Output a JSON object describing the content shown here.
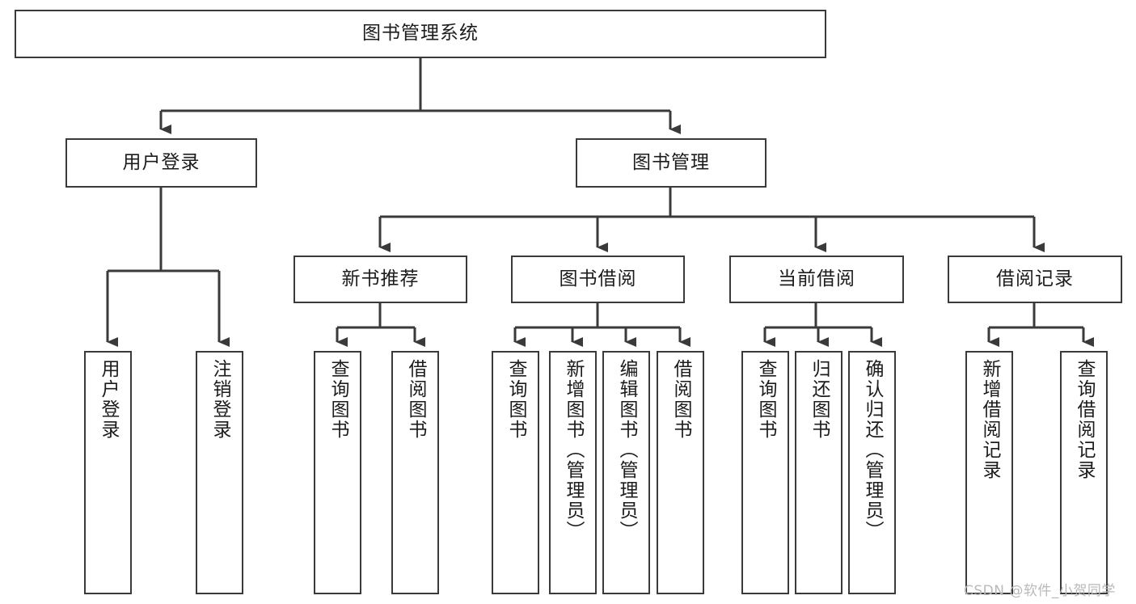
{
  "diagram": {
    "type": "hierarchy-tree",
    "title": "图书管理系统",
    "root": {
      "id": "root",
      "label": "图书管理系统"
    },
    "level2": [
      {
        "id": "user-login",
        "label": "用户登录"
      },
      {
        "id": "book-manage",
        "label": "图书管理"
      }
    ],
    "level3": [
      {
        "id": "new-book-recommend",
        "label": "新书推荐",
        "parent": "book-manage"
      },
      {
        "id": "book-borrow",
        "label": "图书借阅",
        "parent": "book-manage"
      },
      {
        "id": "current-borrow",
        "label": "当前借阅",
        "parent": "book-manage"
      },
      {
        "id": "borrow-record",
        "label": "借阅记录",
        "parent": "book-manage"
      }
    ],
    "leaves": [
      {
        "id": "leaf-user-login",
        "label": "用户登录",
        "parent": "user-login"
      },
      {
        "id": "leaf-logout-login",
        "label": "注销登录",
        "parent": "user-login"
      },
      {
        "id": "leaf-query-book-1",
        "label": "查询图书",
        "parent": "new-book-recommend"
      },
      {
        "id": "leaf-borrow-book-1",
        "label": "借阅图书",
        "parent": "new-book-recommend"
      },
      {
        "id": "leaf-query-book-2",
        "label": "查询图书",
        "parent": "book-borrow"
      },
      {
        "id": "leaf-add-book",
        "label": "新增图书（管理员）",
        "parent": "book-borrow"
      },
      {
        "id": "leaf-edit-book",
        "label": "编辑图书（管理员）",
        "parent": "book-borrow"
      },
      {
        "id": "leaf-borrow-book-2",
        "label": "借阅图书",
        "parent": "book-borrow"
      },
      {
        "id": "leaf-query-book-3",
        "label": "查询图书",
        "parent": "current-borrow"
      },
      {
        "id": "leaf-return-book",
        "label": "归还图书",
        "parent": "current-borrow"
      },
      {
        "id": "leaf-confirm-return",
        "label": "确认归还（管理员）",
        "parent": "current-borrow"
      },
      {
        "id": "leaf-add-record",
        "label": "新增借阅记录",
        "parent": "borrow-record"
      },
      {
        "id": "leaf-query-record",
        "label": "查询借阅记录",
        "parent": "borrow-record"
      }
    ]
  },
  "watermark": {
    "text": "CSDN @软件_小贺同学"
  },
  "colors": {
    "box_border": "#3a3a3a",
    "box_fill": "#ffffff",
    "line": "#3a3a3a",
    "text": "#1c1c1c",
    "watermark": "#b9b9b9",
    "background": "#ffffff"
  }
}
